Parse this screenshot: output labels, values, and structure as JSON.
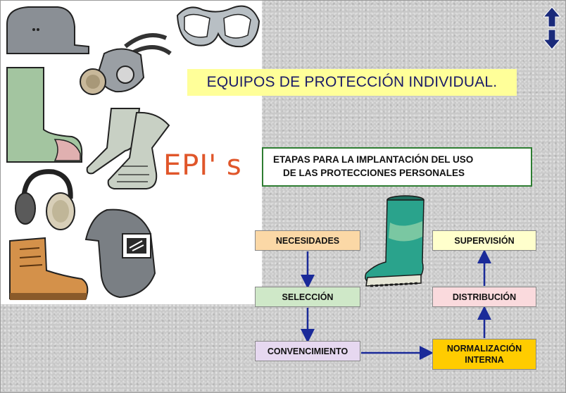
{
  "title": "EQUIPOS DE PROTECCIÓN INDIVIDUAL.",
  "logo": "EPI' s",
  "stages_heading": {
    "line1": "ETAPAS PARA LA IMPLANTACIÓN DEL USO",
    "line2": "DE LAS PROTECCIONES PERSONALES"
  },
  "flow": {
    "necesidades": "NECESIDADES",
    "seleccion": "SELECCIÓN",
    "convencimiento": "CONVENCIMIENTO",
    "normalizacion": "NORMALIZACIÓN INTERNA",
    "distribucion": "DISTRIBUCIÓN",
    "supervision": "SUPERVISIÓN"
  },
  "navigation": {
    "up_icon": "arrow-up-icon",
    "down_icon": "arrow-down-icon"
  },
  "illustrations": [
    "helmet-icon",
    "goggles-icon",
    "respirator-icon",
    "boot-icon",
    "gloves-icon",
    "ear-muffs-icon",
    "work-boot-icon",
    "welding-mask-icon",
    "green-boot-icon"
  ],
  "colors": {
    "title_bg": "#ffff99",
    "logo": "#e0562a",
    "stages_border": "#2e7d32",
    "arrow": "#1a2a99",
    "necesidades_bg": "#fbd8a6",
    "seleccion_bg": "#cfe8c8",
    "convencimiento_bg": "#e6d8f0",
    "normalizacion_bg": "#ffcc00",
    "distribucion_bg": "#fadadd",
    "supervision_bg": "#ffffcc"
  }
}
